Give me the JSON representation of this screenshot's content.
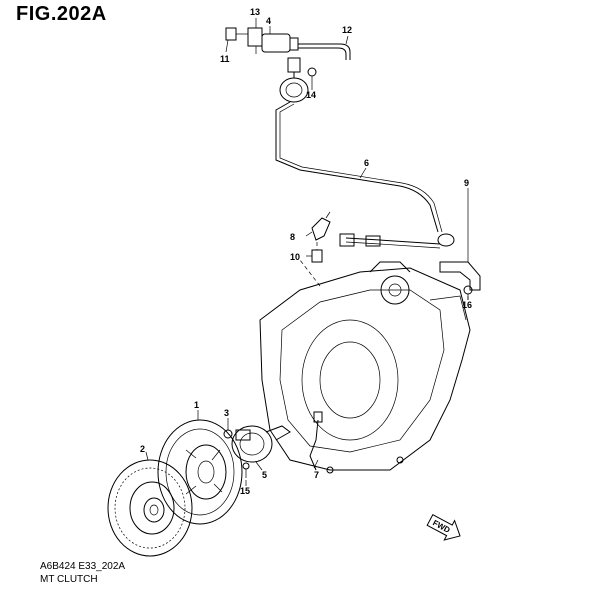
{
  "figure": {
    "title": "FIG.202A",
    "code": "A6B424 E33_202A",
    "caption": "MT CLUTCH",
    "fwd_label": "FWD"
  },
  "callouts": [
    "1",
    "2",
    "3",
    "4",
    "5",
    "6",
    "7",
    "8",
    "9",
    "10",
    "11",
    "12",
    "13",
    "14",
    "15",
    "16"
  ]
}
